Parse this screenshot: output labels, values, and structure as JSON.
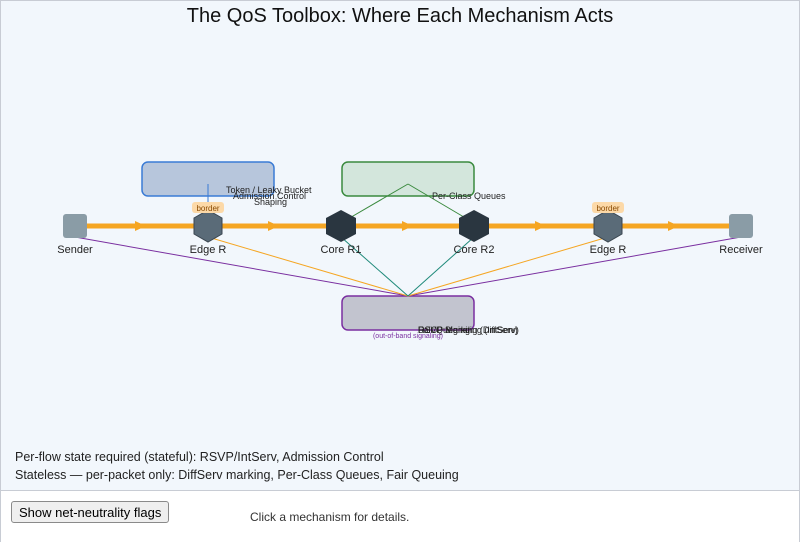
{
  "title": "The QoS Toolbox: Where Each Mechanism Acts",
  "nodes": [
    {
      "id": "sender",
      "label": "Sender",
      "kind": "host"
    },
    {
      "id": "edge1",
      "label": "Edge R",
      "kind": "edge-router"
    },
    {
      "id": "core1",
      "label": "Core R1",
      "kind": "core-router"
    },
    {
      "id": "core2",
      "label": "Core R2",
      "kind": "core-router"
    },
    {
      "id": "edge2",
      "label": "Edge R",
      "kind": "edge-router"
    },
    {
      "id": "receiver",
      "label": "Receiver",
      "kind": "host"
    }
  ],
  "border_badge": "border",
  "mechanisms": {
    "shaping": {
      "labels": [
        "Token / Leaky Bucket",
        "Admission Control",
        "Shaping"
      ]
    },
    "queues": {
      "labels": [
        "Per-Class Queues"
      ]
    },
    "signaling": {
      "labels": [
        "RSVP Signaling (IntServ)",
        "DSCP Marking (DiffServ)",
        "Fair Queuing"
      ],
      "sublabel": "(out-of-band signaling)"
    }
  },
  "notes": {
    "stateful": "Per-flow state required (stateful): RSVP/IntServ, Admission Control",
    "stateless": "Stateless — per-packet only: DiffServ marking, Per-Class Queues, Fair Queuing"
  },
  "controls": {
    "flags_button": "Show net-neutrality flags",
    "details": "Click a mechanism for details."
  },
  "colors": {
    "path": "#f5a623",
    "host": "#8a9ca6",
    "edge_router": "#5a6b78",
    "core_router": "#2a3640",
    "shaping_box_fill": "#b7c6dc",
    "shaping_box_stroke": "#3a7bd5",
    "queues_box_fill": "#d3e6dc",
    "queues_box_stroke": "#3a8a3e",
    "signaling_box_fill": "#c2c4cf",
    "signaling_box_stroke": "#7a2fa0",
    "signal_line": "#7a2fa0",
    "queue_line": "#1f8a7a",
    "badge_fill": "#fcd9a8",
    "badge_text": "#8a4a00"
  }
}
